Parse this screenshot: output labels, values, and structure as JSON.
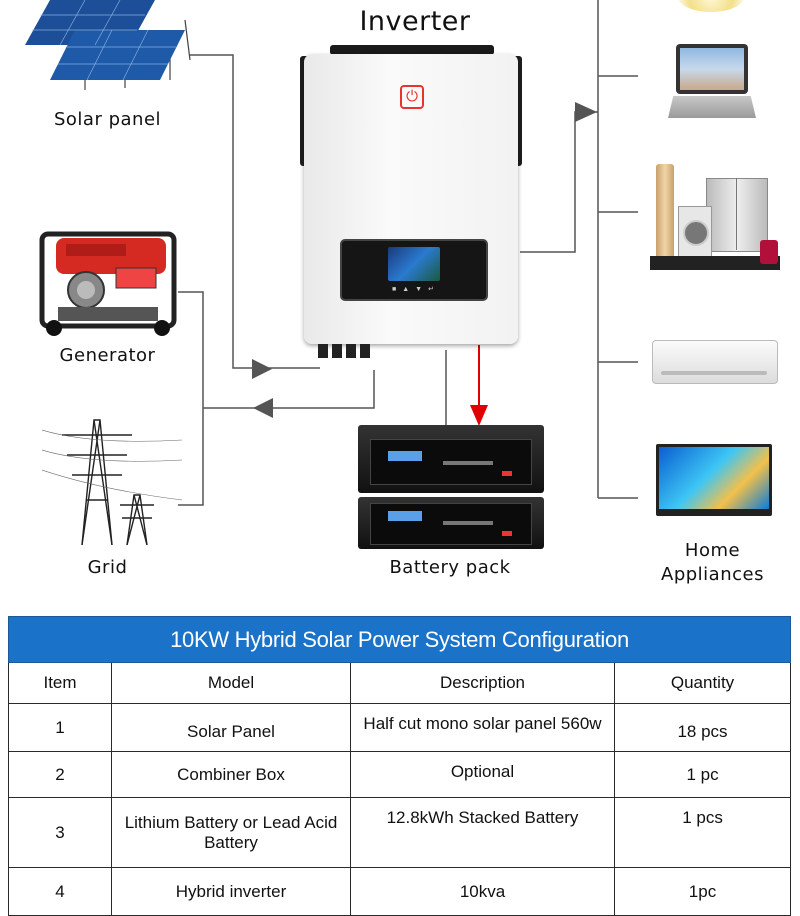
{
  "diagram": {
    "inverter_label": "Inverter",
    "solar_label": "Solar panel",
    "generator_label": "Generator",
    "grid_label": "Grid",
    "battery_label": "Battery pack",
    "appliances_label_line1": "Home",
    "appliances_label_line2": "Appliances",
    "colors": {
      "line": "#555555",
      "power_arrow": "#e00000",
      "brand": "#e8332e"
    }
  },
  "table": {
    "title": "10KW Hybrid Solar Power System Configuration",
    "headers": [
      "Item",
      "Model",
      "Description",
      "Quantity"
    ],
    "rows": [
      [
        "1",
        "Solar Panel",
        "Half cut mono solar panel 560w",
        "18 pcs"
      ],
      [
        "2",
        "Combiner Box",
        "Optional",
        "1 pc"
      ],
      [
        "3",
        "Lithium Battery or Lead Acid Battery",
        "12.8kWh Stacked Battery",
        "1 pcs"
      ],
      [
        "4",
        "Hybrid inverter",
        "10kva",
        "1pc"
      ]
    ],
    "header_color": "#1a73c9"
  }
}
